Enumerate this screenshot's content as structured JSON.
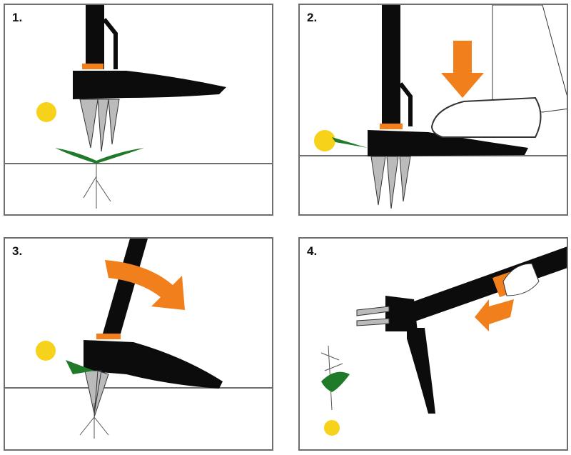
{
  "steps": [
    {
      "label": "1."
    },
    {
      "label": "2."
    },
    {
      "label": "3."
    },
    {
      "label": "4."
    }
  ],
  "colors": {
    "tool": "#0c0c0c",
    "accent": "#f07f1c",
    "flower": "#f7d21b",
    "leaf": "#1f7a2a",
    "frame": "#6e6e6e"
  }
}
